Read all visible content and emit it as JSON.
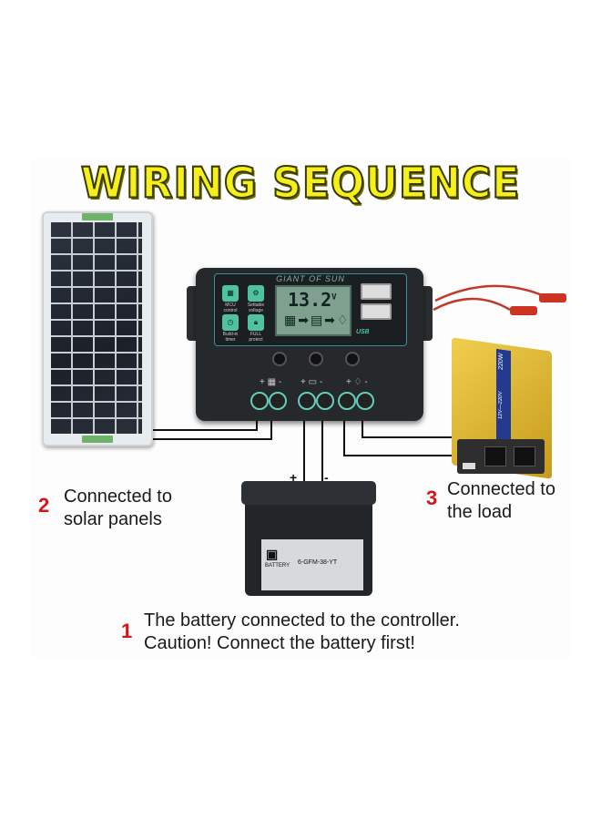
{
  "title": "WIRING SEQUENCE",
  "controller": {
    "brand": "GIANT OF SUN",
    "lcd_reading": "13.2",
    "lcd_unit": "V",
    "icon_labels": [
      "MCU control",
      "Settable voltage",
      "Build-in timer",
      "FULL protect"
    ],
    "usb_label": "USB"
  },
  "battery": {
    "brand": "BATTERY",
    "model": "6-GFM-38-YT",
    "plus": "+",
    "minus": "-"
  },
  "inverter": {
    "voltage_text": "12V—220V",
    "rating": "220W"
  },
  "steps": [
    {
      "num": "1",
      "text": [
        "The battery connected to the controller.",
        "Caution! Connect the battery first!"
      ]
    },
    {
      "num": "2",
      "text": [
        "Connected to",
        "solar panels"
      ]
    },
    {
      "num": "3",
      "text": [
        "Connected to",
        "the load"
      ]
    }
  ],
  "colors": {
    "title_fill": "#f5ef1c",
    "step_number": "#d4161a",
    "inverter_gold": "#e3b83a",
    "controller_accent": "#3a8c9a"
  }
}
